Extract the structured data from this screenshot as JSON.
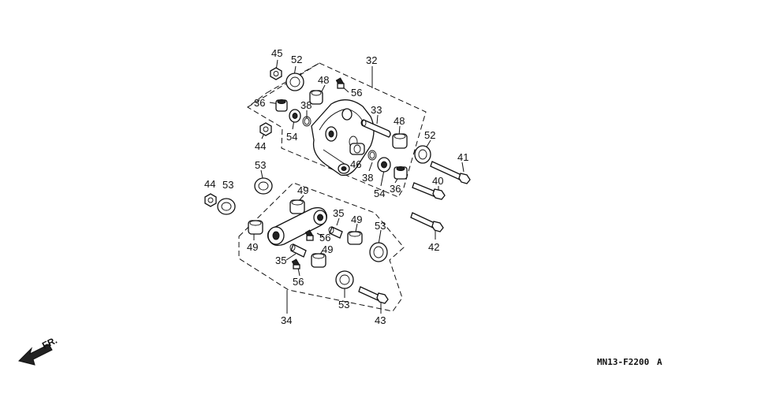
{
  "diagram": {
    "code": "MN13-F2200",
    "code_suffix": "A",
    "front_label": "FR.",
    "labels": {
      "l45": "45",
      "l52a": "52",
      "l32": "32",
      "l48a": "48",
      "l56a": "56",
      "l36a": "36",
      "l38a": "38",
      "l33": "33",
      "l48b": "48",
      "l54a": "54",
      "l44a": "44",
      "l52b": "52",
      "l41": "41",
      "l46": "46",
      "l38b": "38",
      "l54b": "54",
      "l36b": "36",
      "l40": "40",
      "l53a": "53",
      "l44b": "44",
      "l53b": "53",
      "l49a": "49",
      "l35a": "35",
      "l49b": "49",
      "l53c": "53",
      "l42": "42",
      "l49c": "49",
      "l56b": "56",
      "l49d": "49",
      "l35b": "35",
      "l56c": "56",
      "l53d": "53",
      "l43": "43",
      "l34": "34"
    }
  }
}
